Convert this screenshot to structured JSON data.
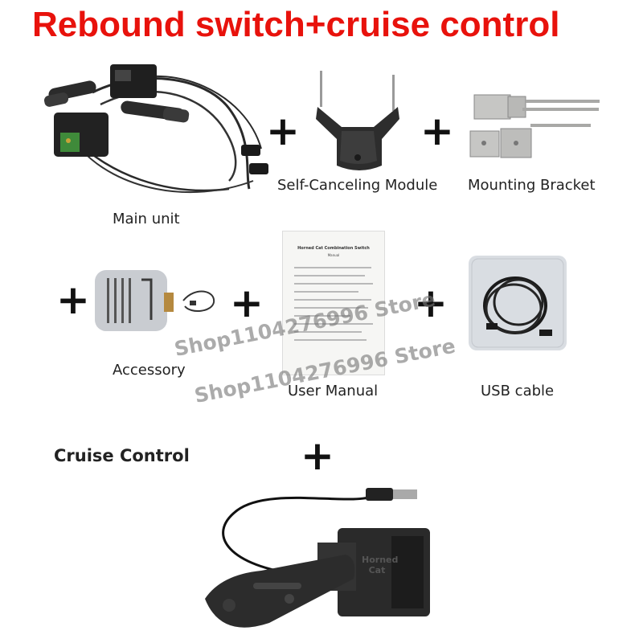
{
  "title": {
    "text": "Rebound switch+cruise control",
    "color": "#e8120c"
  },
  "labels": {
    "main_unit": "Main unit",
    "self_canceling": "Self-Canceling Module",
    "mounting_bracket": "Mounting Bracket",
    "accessory": "Accessory",
    "user_manual": "User Manual",
    "usb_cable": "USB cable",
    "cruise_control": "Cruise Control"
  },
  "plus_sign": "+",
  "watermark": "Shop1104276996 Store",
  "manual_cover": {
    "title": "Horned Cat Combination Switch",
    "subtitle": "Manual"
  },
  "device_label": "Horned Cat",
  "icons": [
    "combination-switch-harness",
    "self-canceling-module",
    "mounting-bracket",
    "accessory-kit",
    "user-manual",
    "usb-cable",
    "cruise-control-stalk"
  ]
}
